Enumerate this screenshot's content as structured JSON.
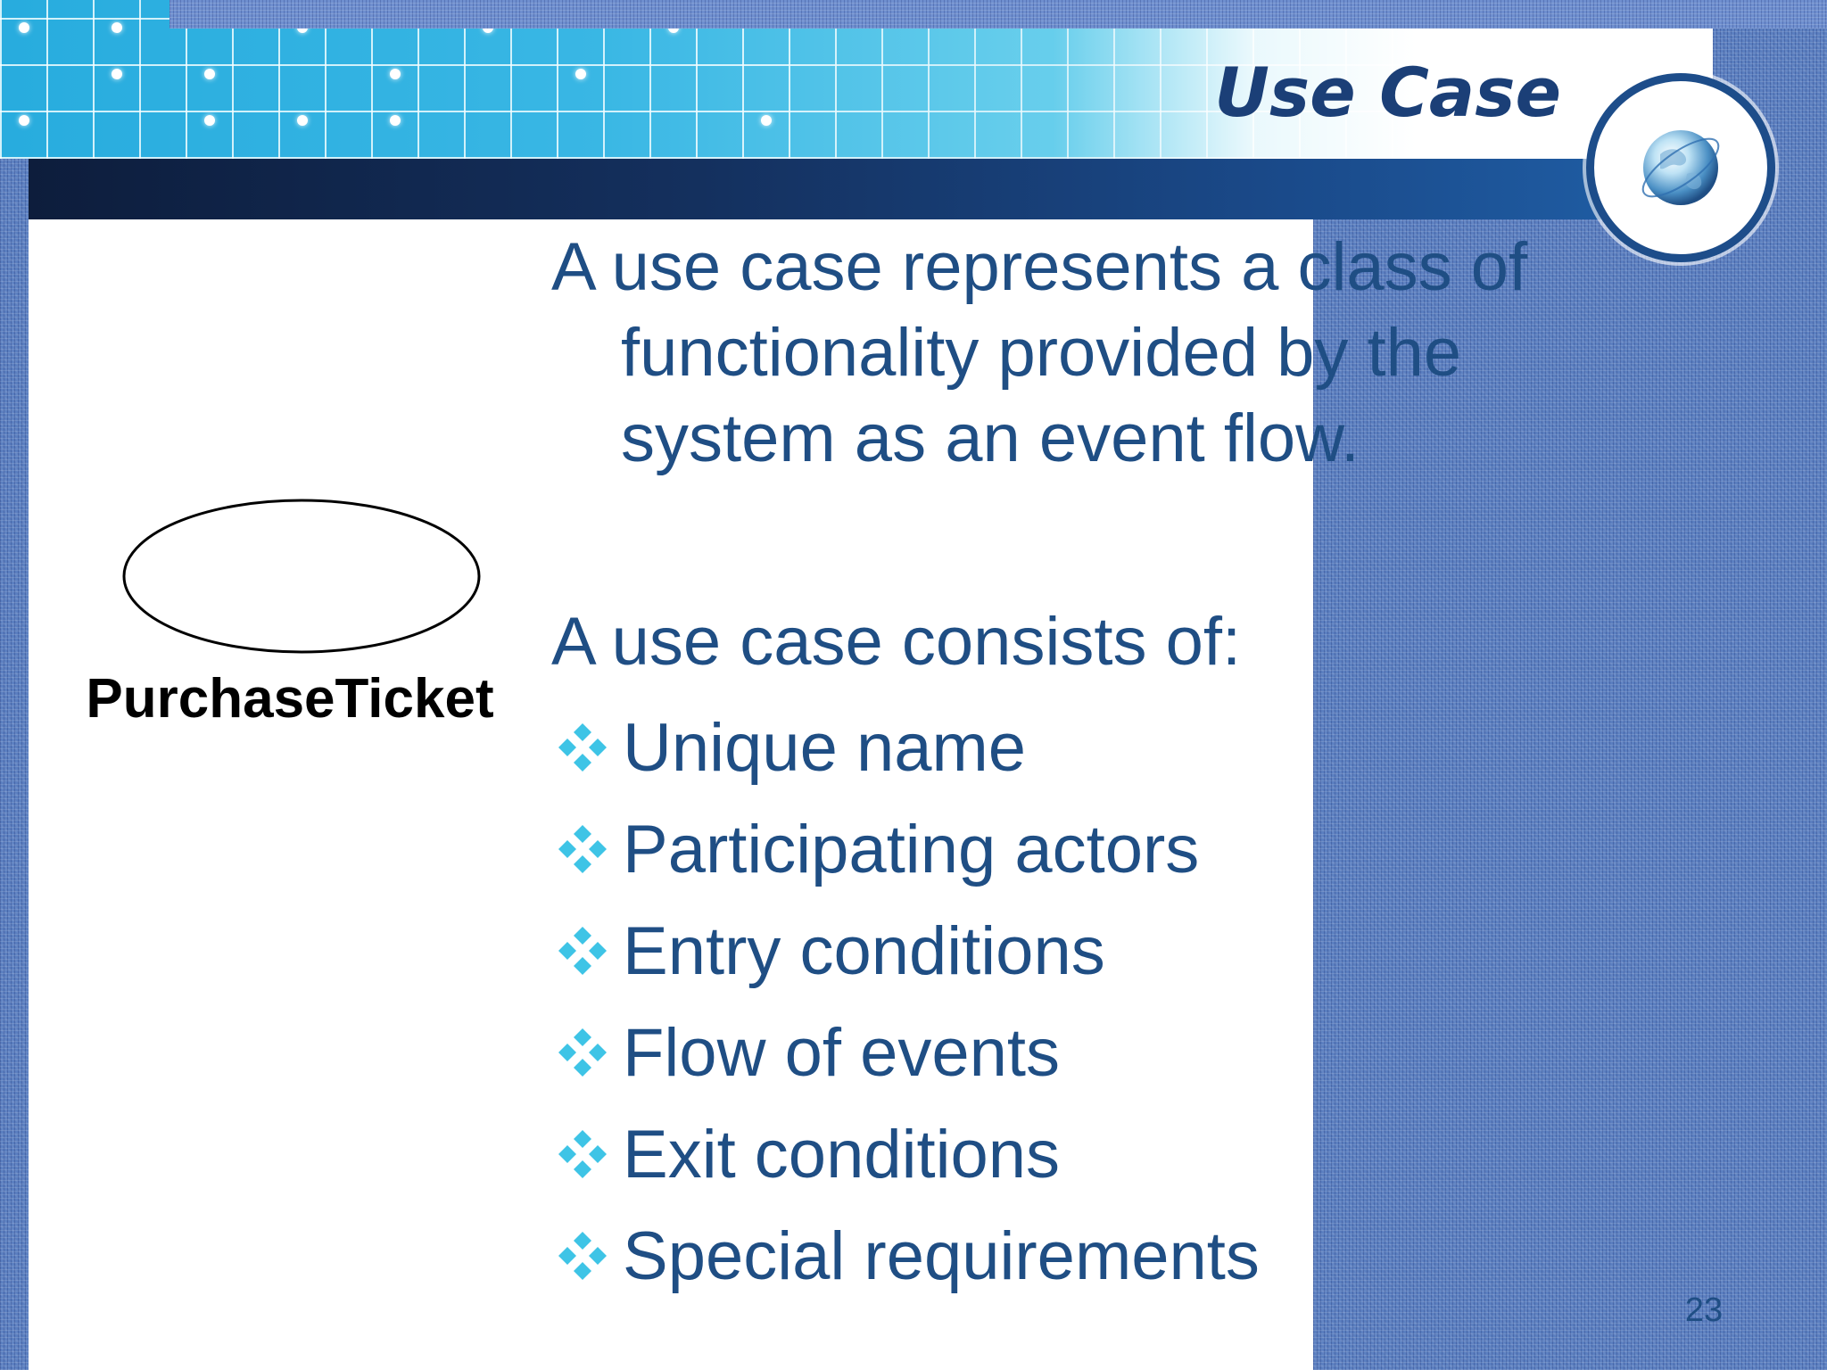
{
  "slide": {
    "title": "Use Case",
    "definition": {
      "line1": "A use case represents a class of",
      "line2": "functionality provided by the",
      "line3": "system as an event flow."
    },
    "consists_intro": "A use case consists of:",
    "bullets": [
      {
        "label": "Unique name"
      },
      {
        "label": "Participating actors"
      },
      {
        "label": "Entry conditions"
      },
      {
        "label": "Flow of events"
      },
      {
        "label": "Exit conditions"
      },
      {
        "label": "Special requirements"
      }
    ],
    "diagram": {
      "use_case_name": "PurchaseTicket"
    },
    "page_number": "23",
    "icons": {
      "bullet": "four-diamond-bullet-icon",
      "badge": "globe-icon"
    },
    "colors": {
      "text": "#1f4e84",
      "title": "#1b3f77",
      "band": "#14305e",
      "bullet": "#3ec4e6",
      "header_grid": "#6fd3ee"
    }
  }
}
